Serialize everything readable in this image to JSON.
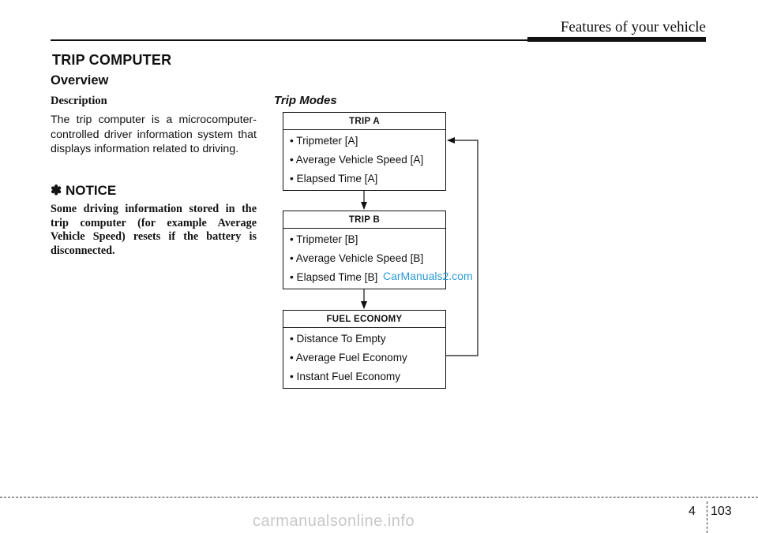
{
  "header": {
    "title": "Features of your vehicle"
  },
  "section": {
    "title": "TRIP COMPUTER"
  },
  "overview": {
    "title": "Overview",
    "description_heading": "Description",
    "description_body": "The trip computer is a microcomputer-controlled driver information system that displays information related to driving."
  },
  "notice": {
    "title": "✽ NOTICE",
    "body": "Some driving information stored in the trip computer (for example Average Vehicle Speed) resets if the battery is disconnected."
  },
  "diagram": {
    "title": "Trip Modes",
    "modes": [
      {
        "name": "TRIP A",
        "items": [
          "• Tripmeter [A]",
          "• Average Vehicle Speed [A]",
          "• Elapsed Time [A]"
        ]
      },
      {
        "name": "TRIP B",
        "items": [
          "• Tripmeter [B]",
          "• Average Vehicle Speed [B]",
          "• Elapsed Time [B]"
        ]
      },
      {
        "name": "FUEL ECONOMY",
        "items": [
          "• Distance To Empty",
          "• Average Fuel Economy",
          "• Instant Fuel Economy"
        ]
      }
    ]
  },
  "watermark": "CarManuals2.com",
  "footer": {
    "chapter": "4",
    "page": "103",
    "site": "carmanualsonline.info"
  }
}
